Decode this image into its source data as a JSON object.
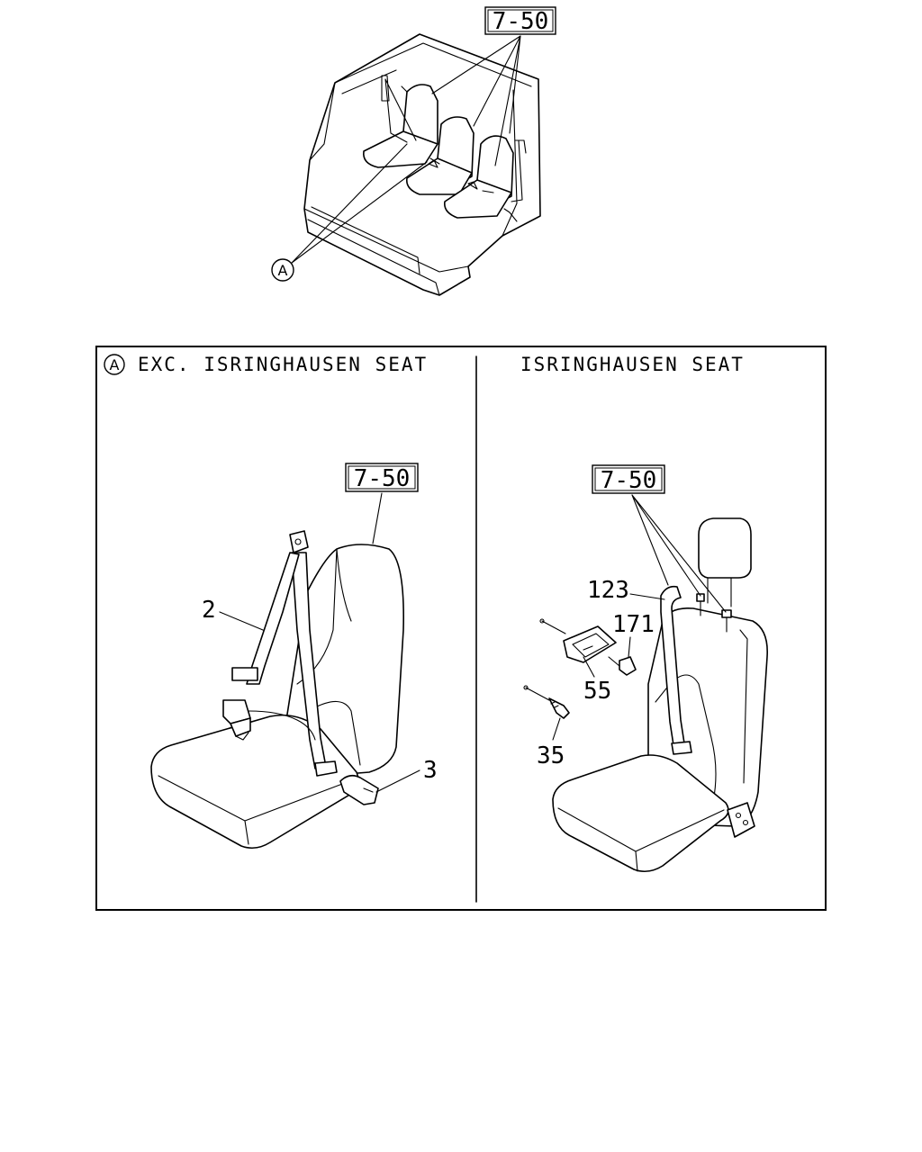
{
  "reference_code": "7-50",
  "callout": "A",
  "panels": {
    "left": {
      "callout": "A",
      "heading": "EXC. ISRINGHAUSEN SEAT"
    },
    "right": {
      "heading": "ISRINGHAUSEN SEAT"
    }
  },
  "part_numbers": {
    "shoulder_belt": "2",
    "buckle": "3",
    "headrest_belt_guide": "123",
    "screw_cap": "171",
    "cover_plate": "55",
    "screw": "35"
  }
}
